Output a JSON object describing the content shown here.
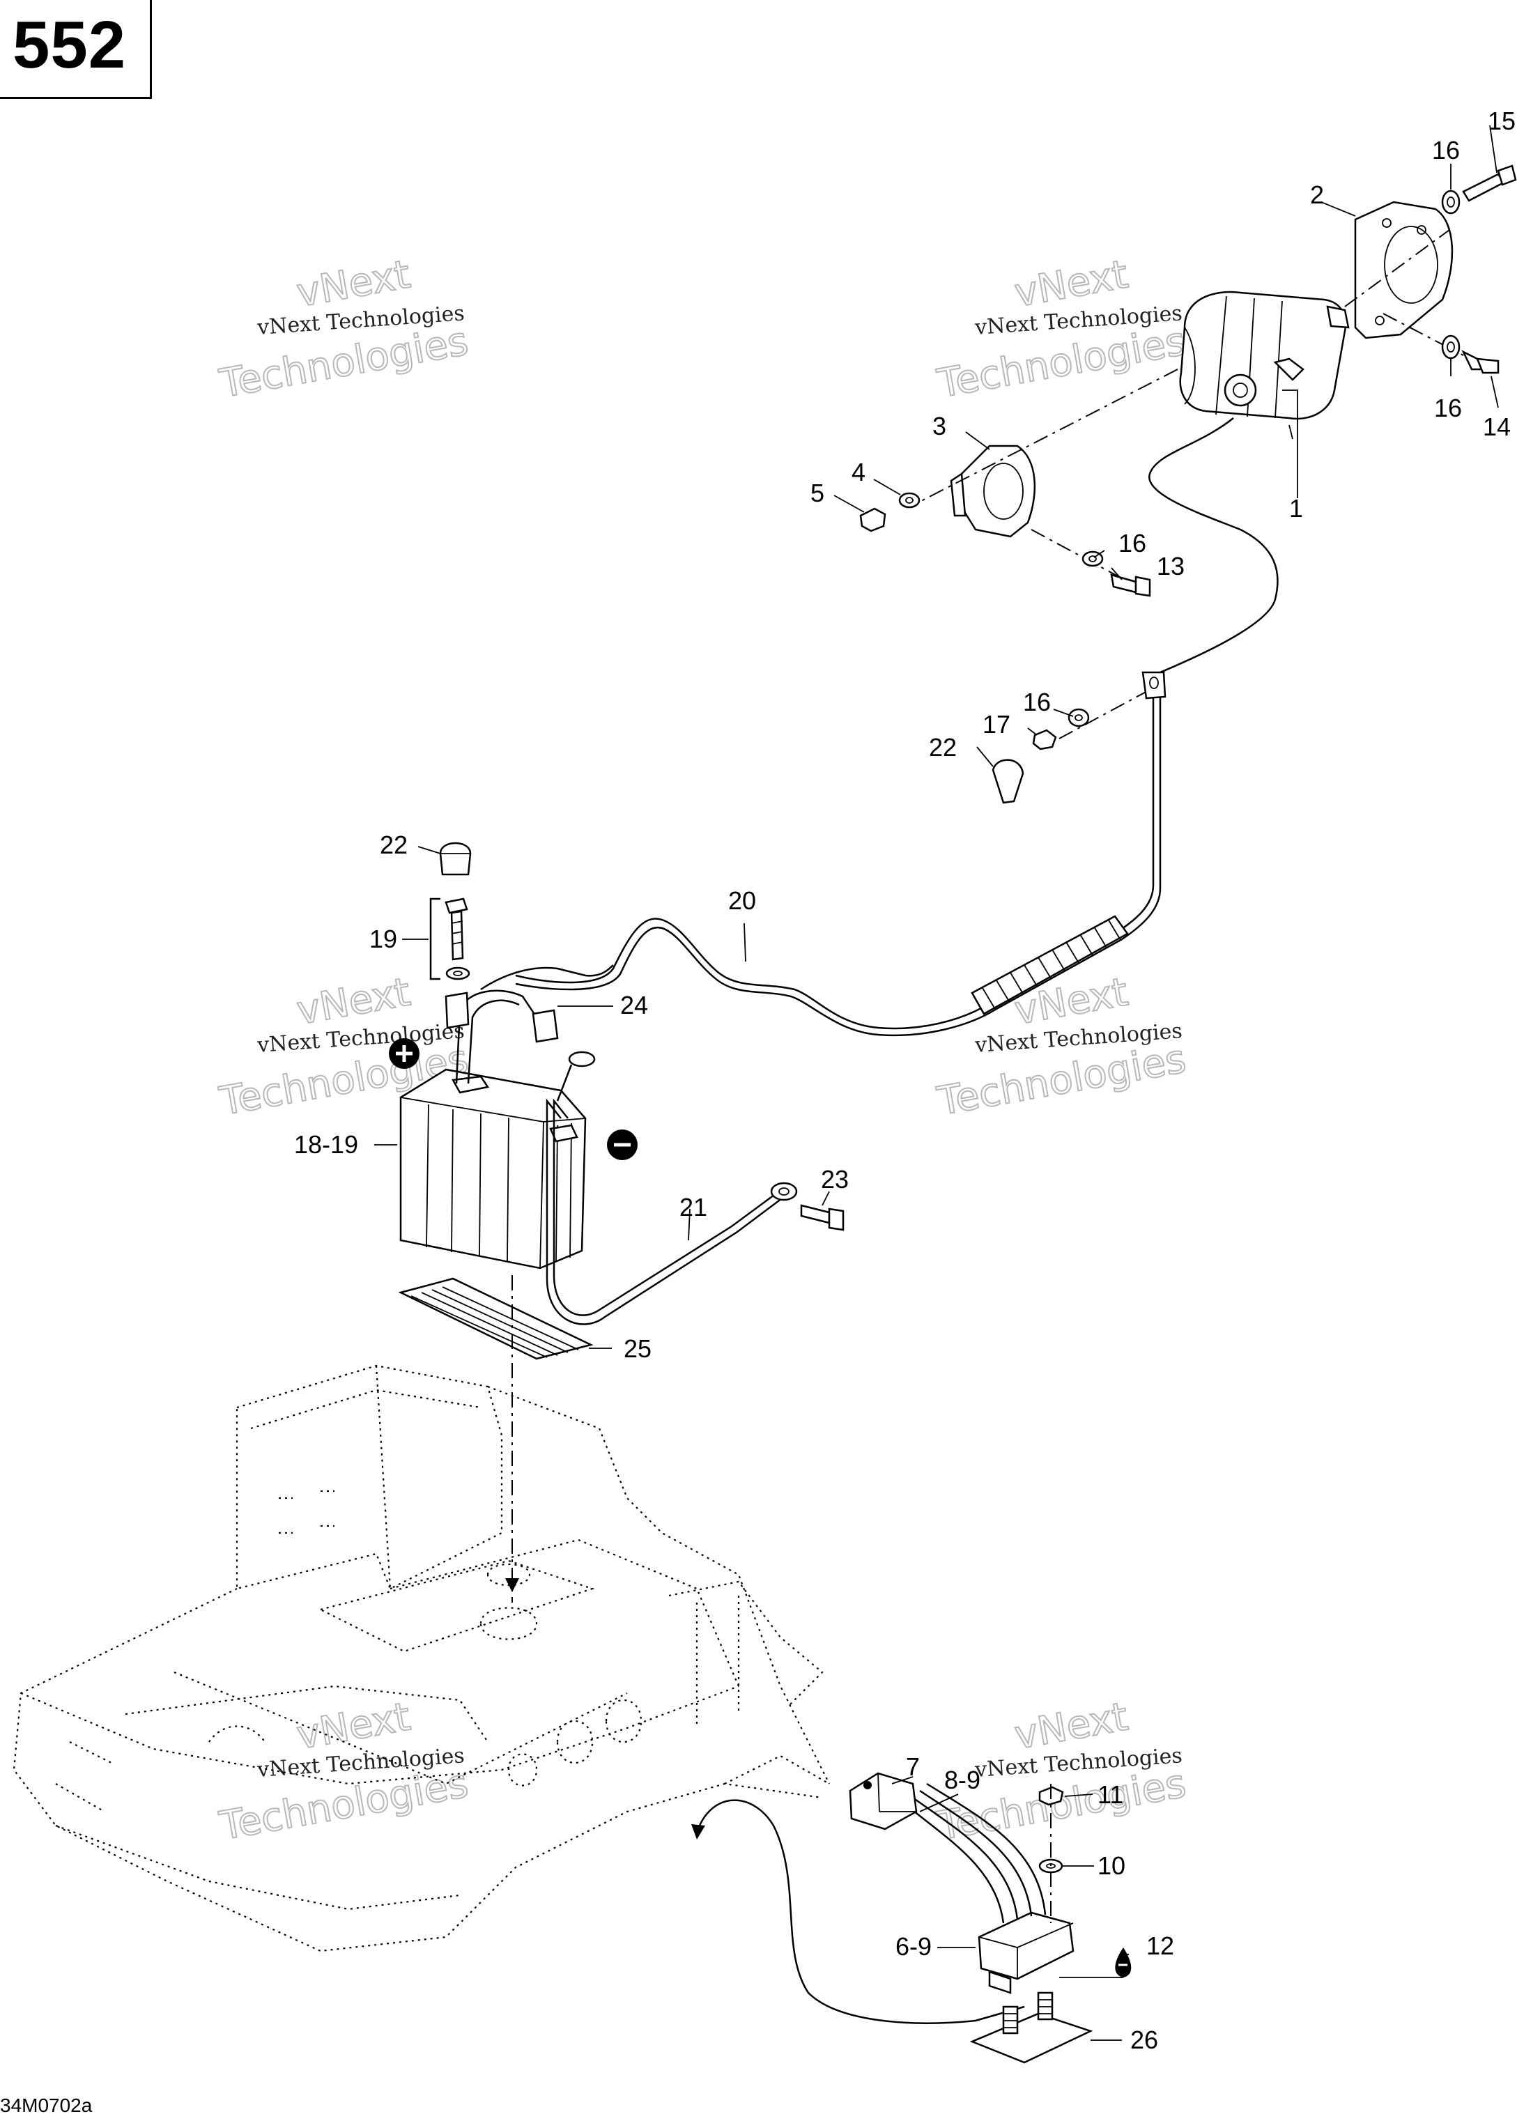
{
  "page_number": "552",
  "drawing_code": "34M0702a",
  "watermark": {
    "line1": "vNext Technologies",
    "line2": "vNext",
    "line3": "Technologies"
  },
  "callouts": {
    "c1": "1",
    "c2": "2",
    "c3": "3",
    "c4": "4",
    "c5": "5",
    "c7": "7",
    "c8_9": "8-9",
    "c10": "10",
    "c11": "11",
    "c12": "12",
    "c13": "13",
    "c14": "14",
    "c15": "15",
    "c16a": "16",
    "c16b": "16",
    "c16c": "16",
    "c16d": "16",
    "c17": "17",
    "c18_19": "18-19",
    "c19": "19",
    "c20": "20",
    "c21": "21",
    "c22a": "22",
    "c22b": "22",
    "c23": "23",
    "c24": "24",
    "c25": "25",
    "c26": "26",
    "c6_9": "6-9"
  },
  "symbols": {
    "positive": "+",
    "negative": "−"
  }
}
